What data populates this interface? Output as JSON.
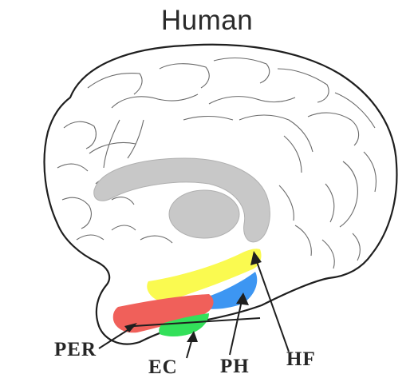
{
  "title": "Human",
  "labels": {
    "per": "PER",
    "ec": "EC",
    "ph": "PH",
    "hf": "HF"
  },
  "colors": {
    "per": "#f0605a",
    "ec": "#33e05a",
    "ph": "#3d96f2",
    "hf": "#fafa50",
    "corpus_callosum": "#c8c8c8",
    "outline": "#1f1f1f"
  }
}
